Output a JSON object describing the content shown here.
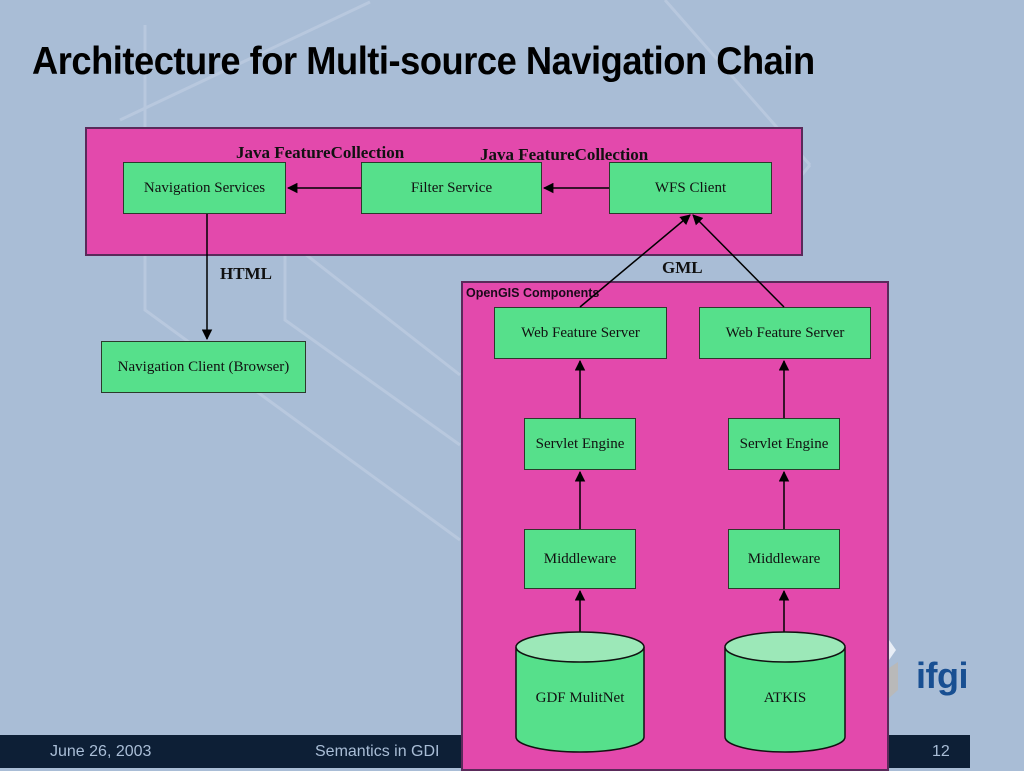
{
  "slide": {
    "title": "Architecture for Multi-source Navigation Chain",
    "colors": {
      "background": "#a9bdd6",
      "panel": "#e349ac",
      "node": "#56e08b",
      "database_top": "#9ce8b8",
      "footer": "#0d1f36",
      "logo": "#184f92"
    }
  },
  "diagram": {
    "top_panel": {
      "nodes": {
        "navigation_services": "Navigation Services",
        "filter_service": "Filter Service",
        "wfs_client": "WFS Client"
      },
      "edge_labels": {
        "filter_to_nav": "Java FeatureCollection",
        "wfs_to_filter": "Java FeatureCollection"
      }
    },
    "html_label": "HTML",
    "gml_label": "GML",
    "navigation_client": "Navigation Client (Browser)",
    "opengis_panel": {
      "label": "OpenGIS Components",
      "left_stack": {
        "web_feature_server": "Web Feature Server",
        "servlet_engine": "Servlet Engine",
        "middleware": "Middleware",
        "database": "GDF MulitNet"
      },
      "right_stack": {
        "web_feature_server": "Web Feature Server",
        "servlet_engine": "Servlet Engine",
        "middleware": "Middleware",
        "database": "ATKIS"
      }
    }
  },
  "footer": {
    "date": "June 26, 2003",
    "title": "Semantics in GDI",
    "page_number": "12"
  },
  "logo": {
    "text": "ifgi"
  }
}
